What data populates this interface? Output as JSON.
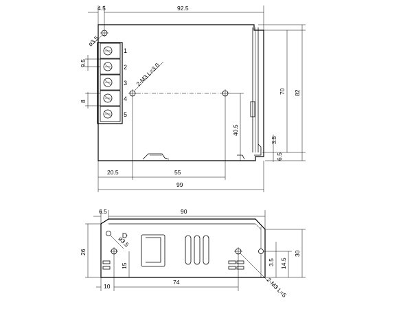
{
  "top_view": {
    "dims": {
      "flange_offset": "4.5",
      "total_width_top": "92.5",
      "hole_diameter": "ø3.5",
      "terminal_pitch": "9.5",
      "terminal_gap": "8",
      "mount_spec": "2-M3 L=3.0",
      "height_inner": "70",
      "height_outer": "82",
      "hole_vertical": "40.5",
      "tab_top": "3.5",
      "tab_bottom": "6.5",
      "left_offset": "20.5",
      "hole_spacing": "55",
      "total_width_bottom": "99"
    },
    "terminals": [
      "1",
      "2",
      "3",
      "4",
      "5"
    ]
  },
  "side_view": {
    "dims": {
      "flange_offset": "6.5",
      "total_width": "90",
      "height_left": "26",
      "hole_diameter": "ø3.5",
      "hole_height": "15",
      "left_offset": "10",
      "hole_spacing": "74",
      "mount_spec": "2-M3 L=5",
      "dim_3_5": "3.5",
      "dim_14_5": "14.5",
      "height_right": "30"
    }
  }
}
